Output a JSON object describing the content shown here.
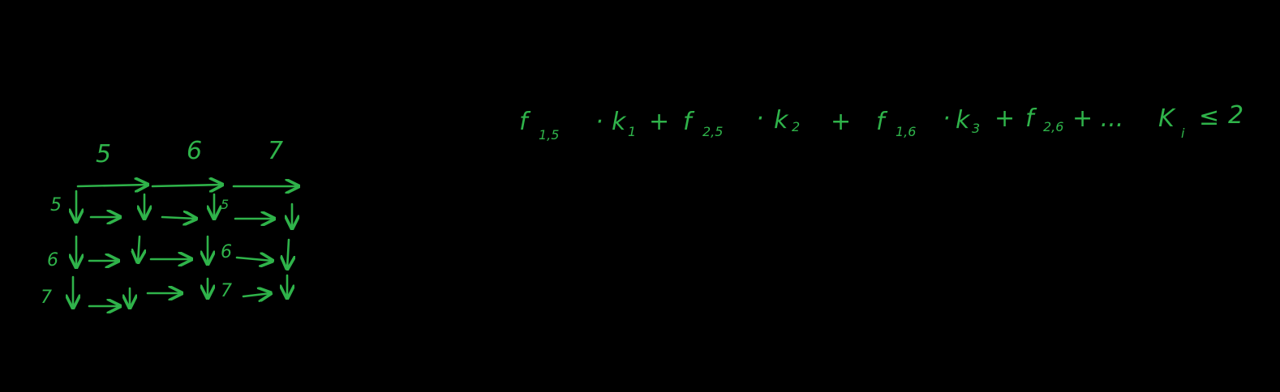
{
  "ink_color": "#2fb34a",
  "background_color": "#000000",
  "grid": {
    "column_labels": [
      "5",
      "6",
      "7"
    ],
    "row_labels": [
      "5",
      "6",
      "7"
    ],
    "inner_labels": [
      "5",
      "6",
      "7"
    ]
  },
  "formula": {
    "terms": [
      {
        "f": "f",
        "f_sub": "1,5",
        "op": "·",
        "k": "k",
        "k_sub": "1",
        "after": "+"
      },
      {
        "f": "f",
        "f_sub": "2,5",
        "op": "·",
        "k": "k",
        "k_sub": "2",
        "after": "+"
      },
      {
        "f": "f",
        "f_sub": "1,6",
        "op": "·",
        "k": "k",
        "k_sub": "3",
        "after": "+"
      },
      {
        "f": "f",
        "f_sub": "2,6",
        "op": "",
        "k": "",
        "k_sub": "",
        "after": "+ ..."
      }
    ],
    "tail_k": "K",
    "tail_k_sub": "i",
    "relation": "≤",
    "bound": "2"
  }
}
